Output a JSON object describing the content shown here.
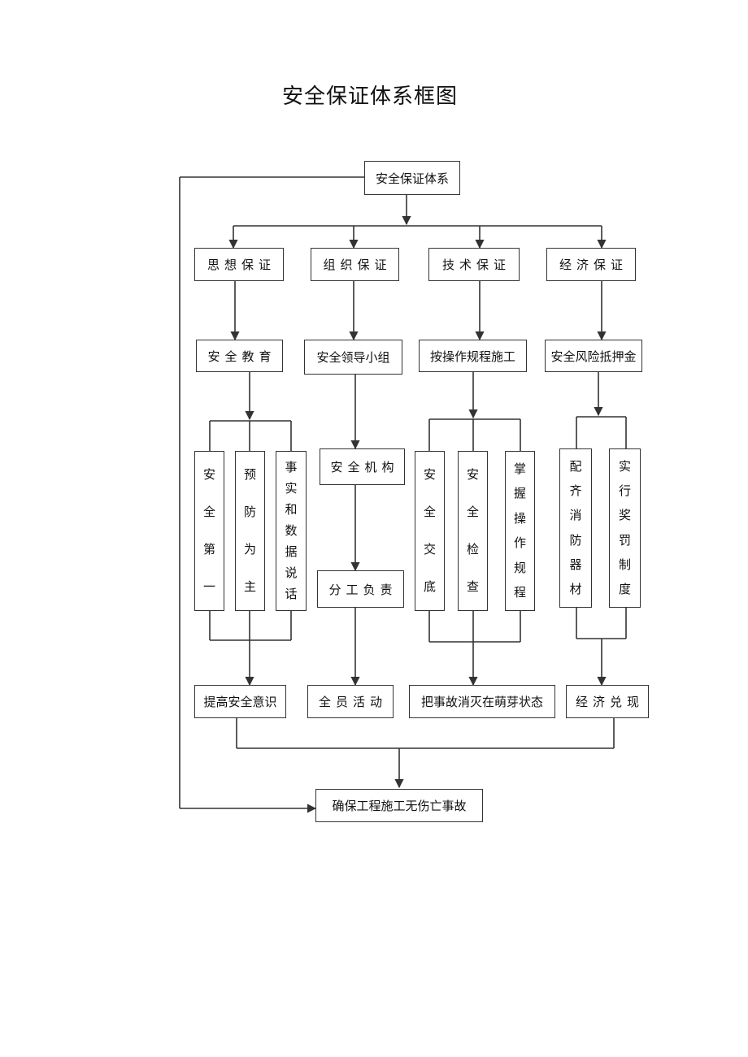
{
  "title": "安全保证体系框图",
  "root": "安全保证体系",
  "branches": [
    {
      "label": "思想保证",
      "level2": "安全教育",
      "vertical": [
        "安全第一",
        "预防为主",
        "事实和数据说话"
      ],
      "result": "提高安全意识"
    },
    {
      "label": "组织保证",
      "level2": "安全领导小组",
      "level3": "安全机构",
      "level4": "分工负责",
      "result": "全员活动"
    },
    {
      "label": "技术保证",
      "level2": "按操作规程施工",
      "vertical": [
        "安全交底",
        "安全检查",
        "掌握操作规程"
      ],
      "result": "把事故消灭在萌芽状态"
    },
    {
      "label": "经济保证",
      "level2": "安全风险抵押金",
      "vertical": [
        "配齐消防器材",
        "实行奖罚制度"
      ],
      "result": "经济兑现"
    }
  ],
  "goal": "确保工程施工无伤亡事故"
}
